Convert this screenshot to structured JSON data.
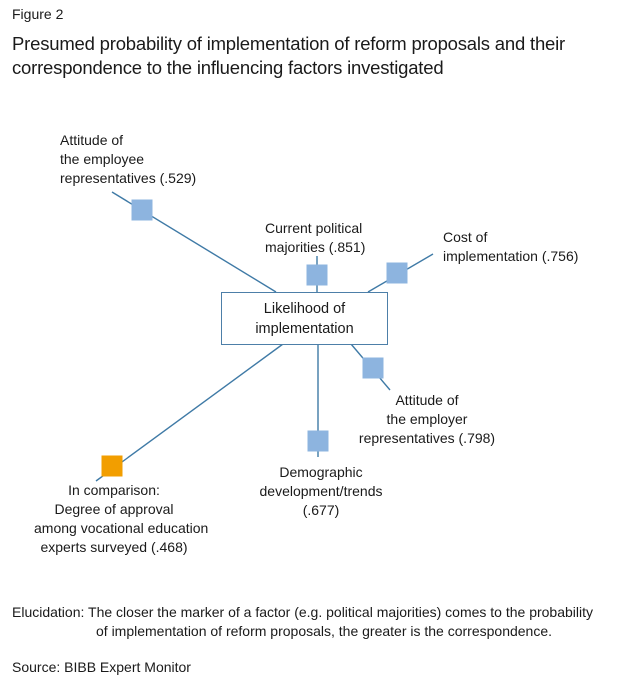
{
  "figure_label": "Figure 2",
  "title": "Presumed probability of implementation of reform proposals and their correspondence to the influencing factors investigated",
  "center_node": {
    "line1": "Likelihood of",
    "line2": "implementation"
  },
  "colors": {
    "line": "#3f7aa6",
    "marker_factor": "#8db4df",
    "marker_comparison": "#f29e00",
    "box_border": "#4d7fa8"
  },
  "factors": [
    {
      "id": "employee",
      "lines": [
        "Attitude of",
        "the employee",
        "representatives (.529)"
      ],
      "value": 0.529,
      "type": "factor"
    },
    {
      "id": "political",
      "lines": [
        "Current political",
        "majorities (.851)"
      ],
      "value": 0.851,
      "type": "factor"
    },
    {
      "id": "cost",
      "lines": [
        "Cost of",
        "implementation (.756)"
      ],
      "value": 0.756,
      "type": "factor"
    },
    {
      "id": "employer",
      "lines": [
        "Attitude of",
        "the employer",
        "representatives (.798)"
      ],
      "value": 0.798,
      "type": "factor"
    },
    {
      "id": "demographic",
      "lines": [
        "Demographic",
        "development/trends",
        "(.677)"
      ],
      "value": 0.677,
      "type": "factor"
    },
    {
      "id": "comparison",
      "lines": [
        "In comparison:",
        "Degree of approval",
        "among vocational education",
        "experts surveyed (.468)"
      ],
      "value": 0.468,
      "type": "comparison"
    }
  ],
  "footer": {
    "elucidation_label": "Elucidation:",
    "elucidation_text_1": "The closer the marker of a factor (e.g. political majorities) comes to the probability",
    "elucidation_text_2": "of implementation of reform proposals, the greater is the correspondence.",
    "source": "Source: BIBB Expert Monitor"
  }
}
